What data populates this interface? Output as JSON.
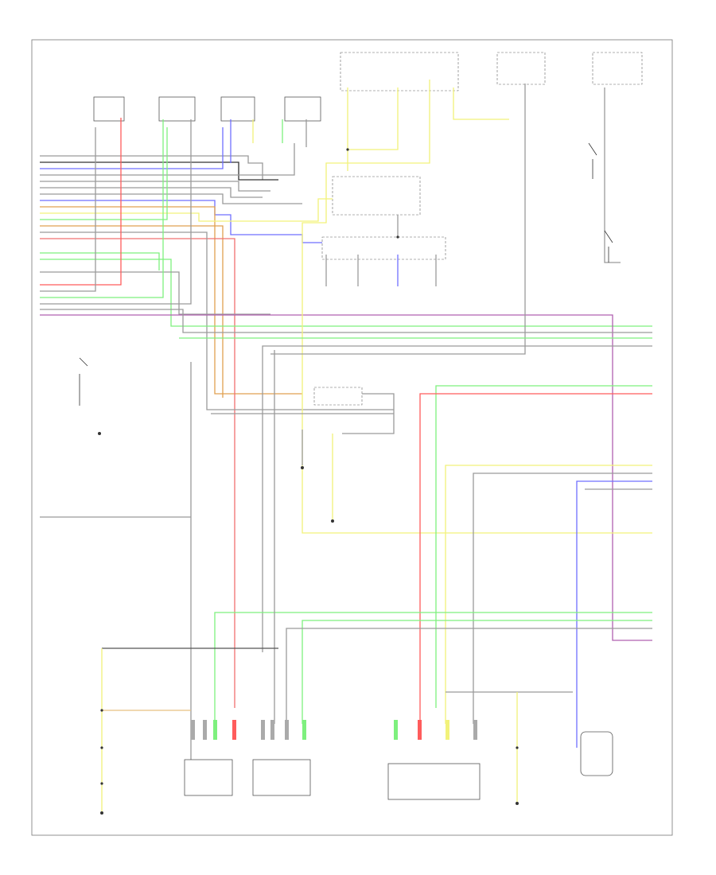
{
  "diagram": {
    "type": "wiring-schematic",
    "border_color": "#666666",
    "wire_colors": {
      "red": "#ff5c5c",
      "green": "#7ef07e",
      "blue": "#6f6fff",
      "yellow": "#f2f27a",
      "orange": "#e0a050",
      "violet": "#b060b0",
      "gray": "#9a9a9a",
      "black": "#333333",
      "pink": "#f07070"
    },
    "icons": [
      "ground-symbol",
      "connector-pins",
      "switch-contact",
      "junction-node"
    ]
  }
}
